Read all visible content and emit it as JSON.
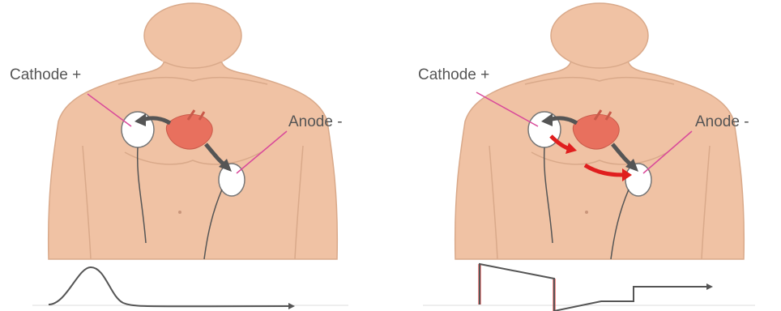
{
  "panels": [
    {
      "id": "monophasic",
      "cathode_label": "Cathode +",
      "anode_label": "Anode -",
      "waveform": "monophasic-damped-sine"
    },
    {
      "id": "biphasic",
      "cathode_label": "Cathode +",
      "anode_label": "Anode -",
      "waveform": "biphasic-truncated-exponential"
    }
  ],
  "colors": {
    "skin": "#f0c2a4",
    "skin_outline": "#d9a98a",
    "heart": "#e8705e",
    "pad": "#ffffff",
    "pink_line": "#d94a9a",
    "arrow_dark": "#555555",
    "arrow_red": "#e01e1e",
    "waveform": "#555555",
    "waveform_red": "#e01e1e",
    "baseline": "#dddddd"
  },
  "icons": [
    "heart-icon",
    "electrode-pad-icon",
    "current-arrow-icon"
  ]
}
